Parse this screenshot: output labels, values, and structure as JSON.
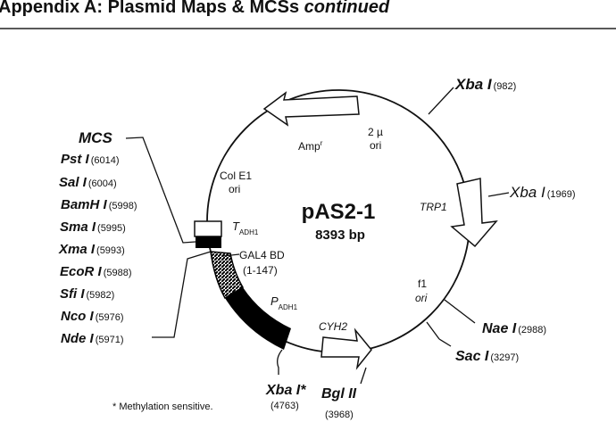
{
  "header": {
    "title": "Appendix A: Plasmid Maps & MCSs",
    "title_suffix": "continued"
  },
  "plasmid": {
    "name": "pAS2-1",
    "size": "8393 bp"
  },
  "features": {
    "amp": "Amp",
    "amp_sup": "r",
    "two_mu_ori": [
      "2 µ",
      "ori"
    ],
    "cole1_ori": [
      "Col E1",
      "ori"
    ],
    "t_adh1": "T",
    "t_adh1_sub": "ADH1",
    "gal4bd": [
      "GAL4 BD",
      "(1-147)"
    ],
    "p_adh1": "P",
    "p_adh1_sub": "ADH1",
    "trp1": "TRP1",
    "cyh2": "CYH2",
    "f1_ori": [
      "f1",
      "ori"
    ]
  },
  "sites": {
    "xba982": {
      "name": "Xba I",
      "pos": "(982)"
    },
    "xba1969": {
      "name": "Xba I",
      "pos": "(1969)"
    },
    "nae": {
      "name": "Nae I",
      "pos": "(2988)"
    },
    "sac": {
      "name": "Sac I",
      "pos": "(3297)"
    },
    "bgl": {
      "name": "Bgl II",
      "pos": "(3968)"
    },
    "xba4763": {
      "name": "Xba I*",
      "pos": "(4763)"
    }
  },
  "mcs": {
    "title": "MCS",
    "items": [
      {
        "name": "Pst I",
        "pos": "(6014)"
      },
      {
        "name": "Sal I",
        "pos": "(6004)"
      },
      {
        "name": "BamH I",
        "pos": "(5998)"
      },
      {
        "name": "Sma I",
        "pos": "(5995)"
      },
      {
        "name": "Xma I",
        "pos": "(5993)"
      },
      {
        "name": "EcoR I",
        "pos": "(5988)"
      },
      {
        "name": "Sfi I",
        "pos": "(5982)"
      },
      {
        "name": "Nco I",
        "pos": "(5976)"
      },
      {
        "name": "Nde I",
        "pos": "(5971)"
      }
    ]
  },
  "footnote": "* Methylation sensitive."
}
